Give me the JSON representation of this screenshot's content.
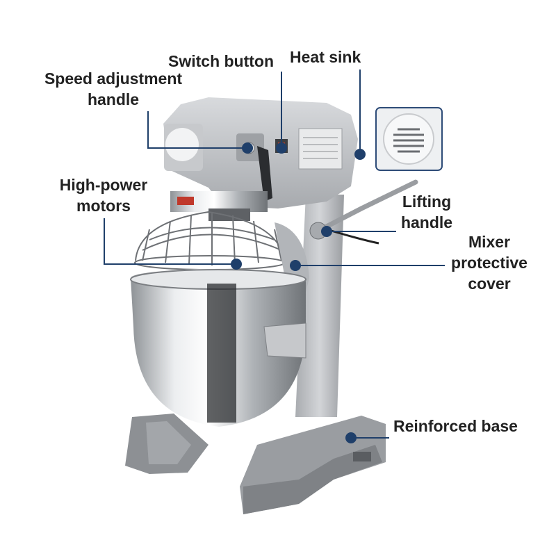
{
  "labels": {
    "switch_button": "Switch button",
    "heat_sink": "Heat sink",
    "speed_adjustment_line1": "Speed adjustment",
    "speed_adjustment_line2": "handle",
    "high_power_line1": "High-power",
    "high_power_line2": "motors",
    "lifting_line1": "Lifting",
    "lifting_line2": "handle",
    "mixer_line1": "Mixer",
    "mixer_line2": "protective",
    "mixer_line3": "cover",
    "reinforced_base": "Reinforced base"
  },
  "colors": {
    "leader": "#1f3f6a",
    "text": "#222222",
    "body": "#b9bbbe",
    "steel": "#d9dbde"
  }
}
